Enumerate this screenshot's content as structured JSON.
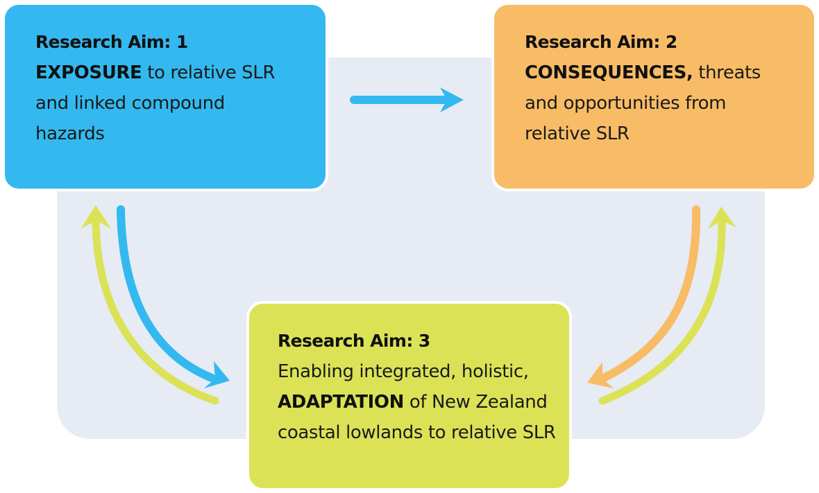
{
  "diagram": {
    "aims": [
      {
        "id": "aim1",
        "title": "Research Aim: 1",
        "lines": [
          {
            "bold": "EXPOSURE",
            "text": " to relative SLR"
          },
          {
            "bold": "",
            "text": "and linked compound"
          },
          {
            "bold": "",
            "text": "hazards"
          }
        ],
        "color": "#33b9ef"
      },
      {
        "id": "aim2",
        "title": "Research Aim: 2",
        "lines": [
          {
            "bold": "CONSEQUENCES,",
            "text": " threats"
          },
          {
            "bold": "",
            "text": "and opportunities from"
          },
          {
            "bold": "",
            "text": "relative SLR"
          }
        ],
        "color": "#f8bc66"
      },
      {
        "id": "aim3",
        "title": "Research Aim: 3",
        "lines": [
          {
            "bold": "",
            "text": "Enabling integrated, holistic,"
          },
          {
            "bold": "ADAPTATION",
            "text": " of New Zealand"
          },
          {
            "bold": "",
            "text": "coastal lowlands to relative SLR"
          }
        ],
        "color": "#dbe256"
      }
    ],
    "connections": [
      {
        "from": "Research Aim: 1",
        "to": "Research Aim: 2",
        "color": "#33b9ef"
      },
      {
        "from": "Research Aim: 1",
        "to": "Research Aim: 3",
        "color": "#33b9ef"
      },
      {
        "from": "Research Aim: 3",
        "to": "Research Aim: 1",
        "color": "#dbe256"
      },
      {
        "from": "Research Aim: 2",
        "to": "Research Aim: 3",
        "color": "#f8bc66"
      },
      {
        "from": "Research Aim: 3",
        "to": "Research Aim: 2",
        "color": "#dbe256"
      }
    ],
    "panel_color": "#e6ebf4"
  }
}
